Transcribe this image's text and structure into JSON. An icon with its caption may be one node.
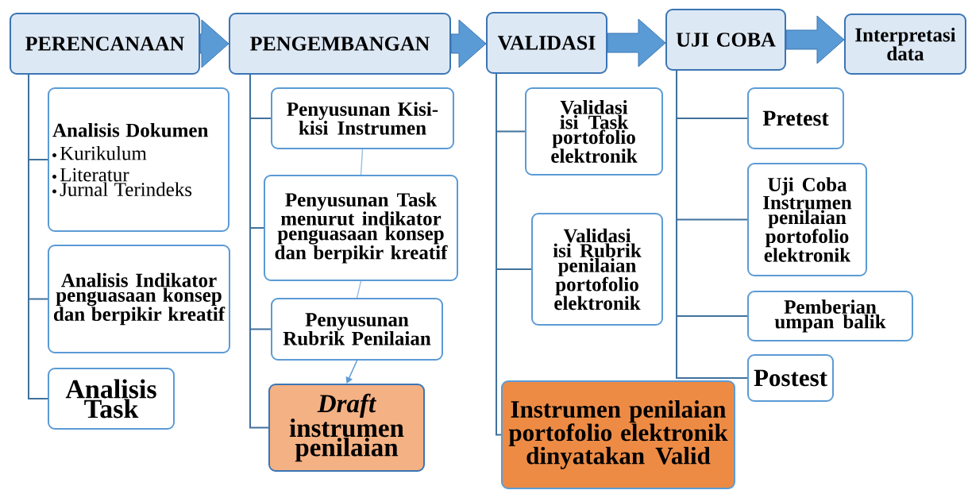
{
  "diagram": {
    "nodes": [
      {
        "text": [
          "PERENCANAAN"
        ]
      },
      {
        "text": [
          "PENGEMBANGAN"
        ]
      },
      {
        "text": [
          "VALIDASI"
        ]
      },
      {
        "text": [
          "UJI COBA"
        ]
      },
      {
        "text": [
          "Interpretasi data"
        ]
      },
      {
        "text": [
          "Analisis Dokumen",
          "Kurikulum",
          "Literatur",
          "Jurnal Terindeks"
        ]
      },
      {
        "text": [
          "Analisis Indikator penguasaan konsep dan berpikir kreatif"
        ]
      },
      {
        "text": [
          "Analisis Task"
        ]
      },
      {
        "text": [
          "Penyusunan Kisi-kisi Instrumen"
        ]
      },
      {
        "text": [
          "Penyusunan Task menurut indikator penguasaan konsep dan berpikir kreatif"
        ]
      },
      {
        "text": [
          "Penyusunan Rubrik Penilaian"
        ]
      },
      {
        "text": [
          "*Draft* instrumen penilaian"
        ]
      },
      {
        "text": [
          "Validasi isi Task portofolio elektronik"
        ]
      },
      {
        "text": [
          "Validasi isi Rubrik penilaian portofolio elektronik"
        ]
      },
      {
        "text": [
          "Instrumen penilaian portofolio elektronik dinyatakan Valid"
        ]
      },
      {
        "text": [
          "Pretest"
        ]
      },
      {
        "text": [
          "Uji Coba Instrumen penilaian portofolio elektronik"
        ]
      },
      {
        "text": [
          "Pemberian umpan balik"
        ]
      },
      {
        "text": [
          "Postest"
        ]
      }
    ],
    "edges": [
      {
        "from": 0,
        "to": 1,
        "arrow": "to",
        "style": "thick",
        "color": "#5b9bd5"
      },
      {
        "from": 1,
        "to": 2,
        "arrow": "to",
        "style": "thick",
        "color": "#5b9bd5"
      },
      {
        "from": 2,
        "to": 3,
        "arrow": "to",
        "style": "thick",
        "color": "#5b9bd5"
      },
      {
        "from": 3,
        "to": 4,
        "arrow": "to",
        "style": "thick",
        "color": "#5b9bd5"
      },
      {
        "from": 0,
        "to": 5,
        "arrow": "none"
      },
      {
        "from": 0,
        "to": 6,
        "arrow": "none"
      },
      {
        "from": 0,
        "to": 7,
        "arrow": "none"
      },
      {
        "from": 1,
        "to": 8,
        "arrow": "none"
      },
      {
        "from": 1,
        "to": 9,
        "arrow": "none"
      },
      {
        "from": 1,
        "to": 10,
        "arrow": "none"
      },
      {
        "from": 1,
        "to": 11,
        "arrow": "none"
      },
      {
        "from": 8,
        "to": 9,
        "arrow": "none",
        "color": "#9dc3e6"
      },
      {
        "from": 9,
        "to": 10,
        "arrow": "none",
        "color": "#9dc3e6"
      },
      {
        "from": 10,
        "to": 11,
        "arrow": "to",
        "color": "#5b9bd5"
      },
      {
        "from": 2,
        "to": 12,
        "arrow": "none"
      },
      {
        "from": 2,
        "to": 13,
        "arrow": "none"
      },
      {
        "from": 2,
        "to": 14,
        "arrow": "none"
      },
      {
        "from": 3,
        "to": 15,
        "arrow": "none"
      },
      {
        "from": 3,
        "to": 16,
        "arrow": "none"
      },
      {
        "from": 3,
        "to": 17,
        "arrow": "none"
      },
      {
        "from": 3,
        "to": 18,
        "arrow": "none"
      }
    ]
  }
}
